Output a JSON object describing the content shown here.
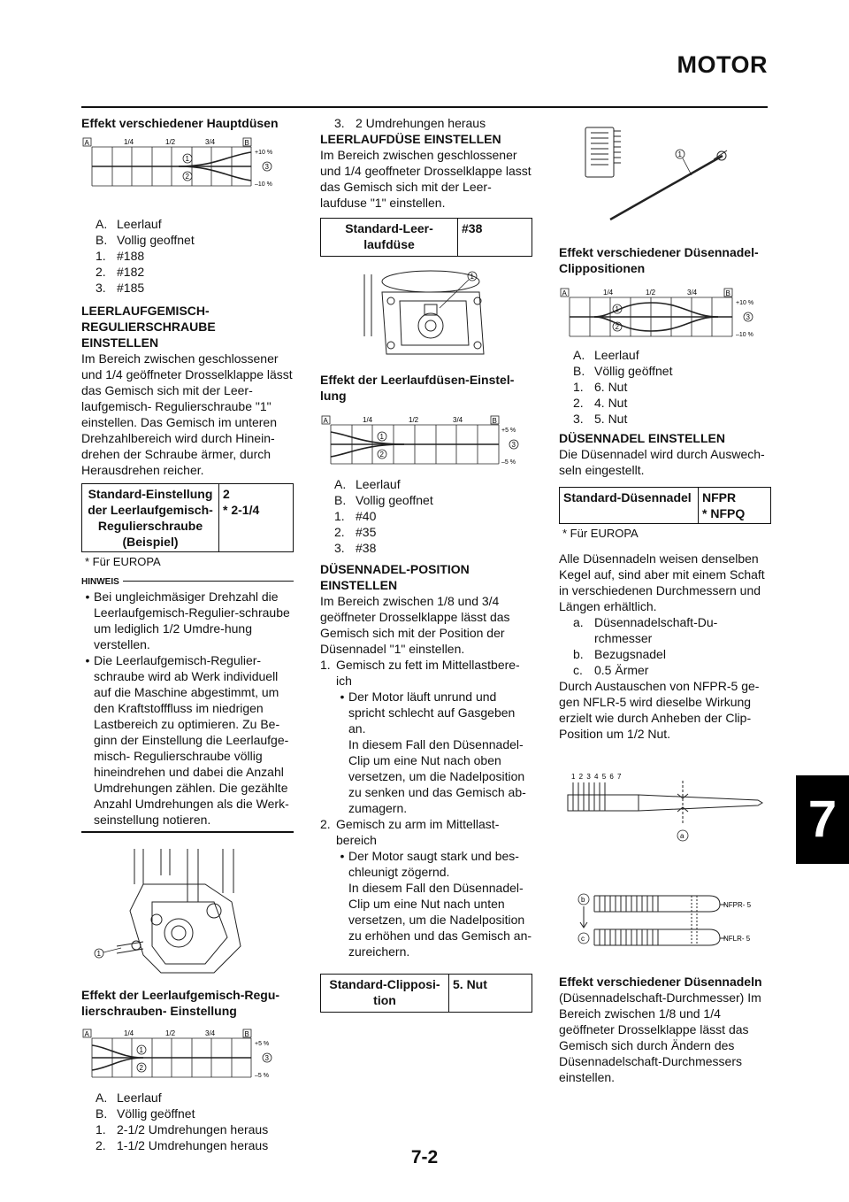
{
  "header": {
    "title": "MOTOR"
  },
  "page_number": "7-2",
  "chapter_tab": "7",
  "col1": {
    "h1": "Effekt verschiedener Hauptdüsen",
    "graph1": {
      "a": "A",
      "b": "B",
      "t1": "1/4",
      "t2": "1/2",
      "t3": "3/4",
      "c1": "1",
      "c2": "2",
      "c3": "3",
      "up": "+10 %",
      "down": "–10 %"
    },
    "list1": [
      {
        "k": "A.",
        "v": "Leerlauf"
      },
      {
        "k": "B.",
        "v": "Vollig geoffnet"
      },
      {
        "k": "1.",
        "v": "#188"
      },
      {
        "k": "2.",
        "v": "#182"
      },
      {
        "k": "3.",
        "v": "#185"
      }
    ],
    "h2": "LEERLAUFGEMISCH-REGULIERSCHRAUBE EINSTELLEN",
    "p2": "Im Bereich zwischen geschlossener und 1/4 geöffneter Drosselklappe lässt das Gemisch sich mit der Leer-laufgemisch- Regulierschraube \"1\" einstellen. Das Gemisch im unteren Drehzahlbereich wird durch Hinein-drehen der Schraube ärmer, durch Herausdrehen reicher.",
    "table": {
      "label": "Standard-Einstellung der Leerlaufgemisch-Regulierschraube (Beispiel)",
      "v1": "2",
      "v2": "* 2-1/4"
    },
    "table_note": "* Für EUROPA",
    "hinweis": "HINWEIS",
    "bullets": [
      "Bei ungleichmäsiger Drehzahl die Leerlaufgemisch-Regulier-schraube um lediglich 1/2 Umdre-hung verstellen.",
      "Die Leerlaufgemisch-Regulier-schraube wird ab Werk individuell auf die Maschine abgestimmt, um den Kraftstofffluss im niedrigen Lastbereich zu optimieren. Zu Be-ginn der Einstellung die Leerlaufge-misch- Regulierschraube völlig hineindrehen und dabei die Anzahl Umdrehungen zählen. Die gezählte Anzahl Umdrehungen als die Werk-seinstellung notieren."
    ],
    "fig_label": "1",
    "h3": "Effekt der Leerlaufgemisch-Regu-lierschrauben- Einstellung",
    "graph2": {
      "a": "A",
      "b": "B",
      "t1": "1/4",
      "t2": "1/2",
      "t3": "3/4",
      "c1": "1",
      "c2": "2",
      "c3": "3",
      "up": "+5 %",
      "down": "–5 %"
    },
    "list2": [
      {
        "k": "A.",
        "v": "Leerlauf"
      },
      {
        "k": "B.",
        "v": "Völlig geöffnet"
      },
      {
        "k": "1.",
        "v": "2-1/2 Umdrehungen heraus"
      },
      {
        "k": "2.",
        "v": "1-1/2 Umdrehungen heraus"
      }
    ]
  },
  "col2": {
    "top_item": {
      "k": "3.",
      "v": "2 Umdrehungen heraus"
    },
    "h1": "LEERLAUFDÜSE EINSTELLEN",
    "p1": "Im Bereich zwischen geschlossener und 1/4 geoffneter Drosselklappe lasst das Gemisch sich mit der Leer-laufduse \"1\" einstellen.",
    "table1": {
      "label": "Standard-Leer-laufdüse",
      "value": "#38"
    },
    "fig_label": "1",
    "h2": "Effekt der Leerlaufdüsen-Einstel-lung",
    "graph": {
      "a": "A",
      "b": "B",
      "t1": "1/4",
      "t2": "1/2",
      "t3": "3/4",
      "c1": "1",
      "c2": "2",
      "c3": "3",
      "up": "+5 %",
      "down": "–5 %"
    },
    "list1": [
      {
        "k": "A.",
        "v": "Leerlauf"
      },
      {
        "k": "B.",
        "v": "Vollig geoffnet"
      },
      {
        "k": "1.",
        "v": "#40"
      },
      {
        "k": "2.",
        "v": "#35"
      },
      {
        "k": "3.",
        "v": "#38"
      }
    ],
    "h3": "DÜSENNADEL-POSITION EINSTELLEN",
    "p3": "Im Bereich zwischen 1/8 und 3/4 geöffneter Drosselklappe lässt das Gemisch sich mit der Position der Düsennadel \"1\" einstellen.",
    "steps": [
      {
        "n": "1.",
        "title": "Gemisch zu fett im Mittellastbere-ich",
        "bullet": "Der Motor läuft unrund und spricht schlecht auf Gasgeben an.",
        "detail": "In diesem Fall den Düsennadel-Clip um eine Nut nach oben versetzen, um die Nadelposition zu senken und das Gemisch ab-zumagern."
      },
      {
        "n": "2.",
        "title": "Gemisch zu arm im Mittellast-bereich",
        "bullet": "Der Motor saugt stark und bes-chleunigt zögernd.",
        "detail": "In diesem Fall den Düsennadel-Clip um eine Nut nach unten versetzen, um die Nadelposition zu erhöhen und das Gemisch an-zureichern."
      }
    ],
    "table2": {
      "label": "Standard-Clipposi-tion",
      "value": "5. Nut"
    }
  },
  "col3": {
    "fig_label": "1",
    "h1": "Effekt verschiedener Düsennadel-Clippositionen",
    "graph": {
      "a": "A",
      "b": "B",
      "t1": "1/4",
      "t2": "1/2",
      "t3": "3/4",
      "c1": "1",
      "c2": "2",
      "c3": "3",
      "up": "+10 %",
      "down": "–10 %"
    },
    "list1": [
      {
        "k": "A.",
        "v": "Leerlauf"
      },
      {
        "k": "B.",
        "v": "Völlig geöffnet"
      },
      {
        "k": "1.",
        "v": "6. Nut"
      },
      {
        "k": "2.",
        "v": "4. Nut"
      },
      {
        "k": "3.",
        "v": "5. Nut"
      }
    ],
    "h2": "DÜSENNADEL EINSTELLEN",
    "p2": "Die Düsennadel wird durch Auswech-seln eingestellt.",
    "table": {
      "label": "Standard-Düsennadel",
      "v1": "NFPR",
      "v2": "* NFPQ"
    },
    "table_note": "* Für EUROPA",
    "p3": "Alle Düsennadeln weisen denselben Kegel auf, sind aber mit einem Schaft in verschiedenen Durchmessern und Längen erhältlich.",
    "list2": [
      {
        "k": "a.",
        "v": "Düsennadelschaft-Du-rchmesser"
      },
      {
        "k": "b.",
        "v": "Bezugsnadel"
      },
      {
        "k": "c.",
        "v": "0.5 Ärmer"
      }
    ],
    "p4": "Durch Austauschen von NFPR-5 ge-gen NFLR-5 wird dieselbe Wirkung erzielt wie durch Anheben der Clip-Position um 1/2 Nut.",
    "needle": {
      "nums": "1 2 3 4 5 6 7",
      "a": "a",
      "b": "b",
      "c": "c",
      "r1": "NFPR- 5",
      "r2": "NFLR- 5"
    },
    "h3": "Effekt verschiedener Düsennadeln",
    "p5": "(Düsennadelschaft-Durchmesser) Im Bereich zwischen 1/8 und 1/4 geöffneter Drosselklappe lässt das Gemisch sich durch Ändern des Düsennadelschaft-Durchmessers einstellen."
  }
}
